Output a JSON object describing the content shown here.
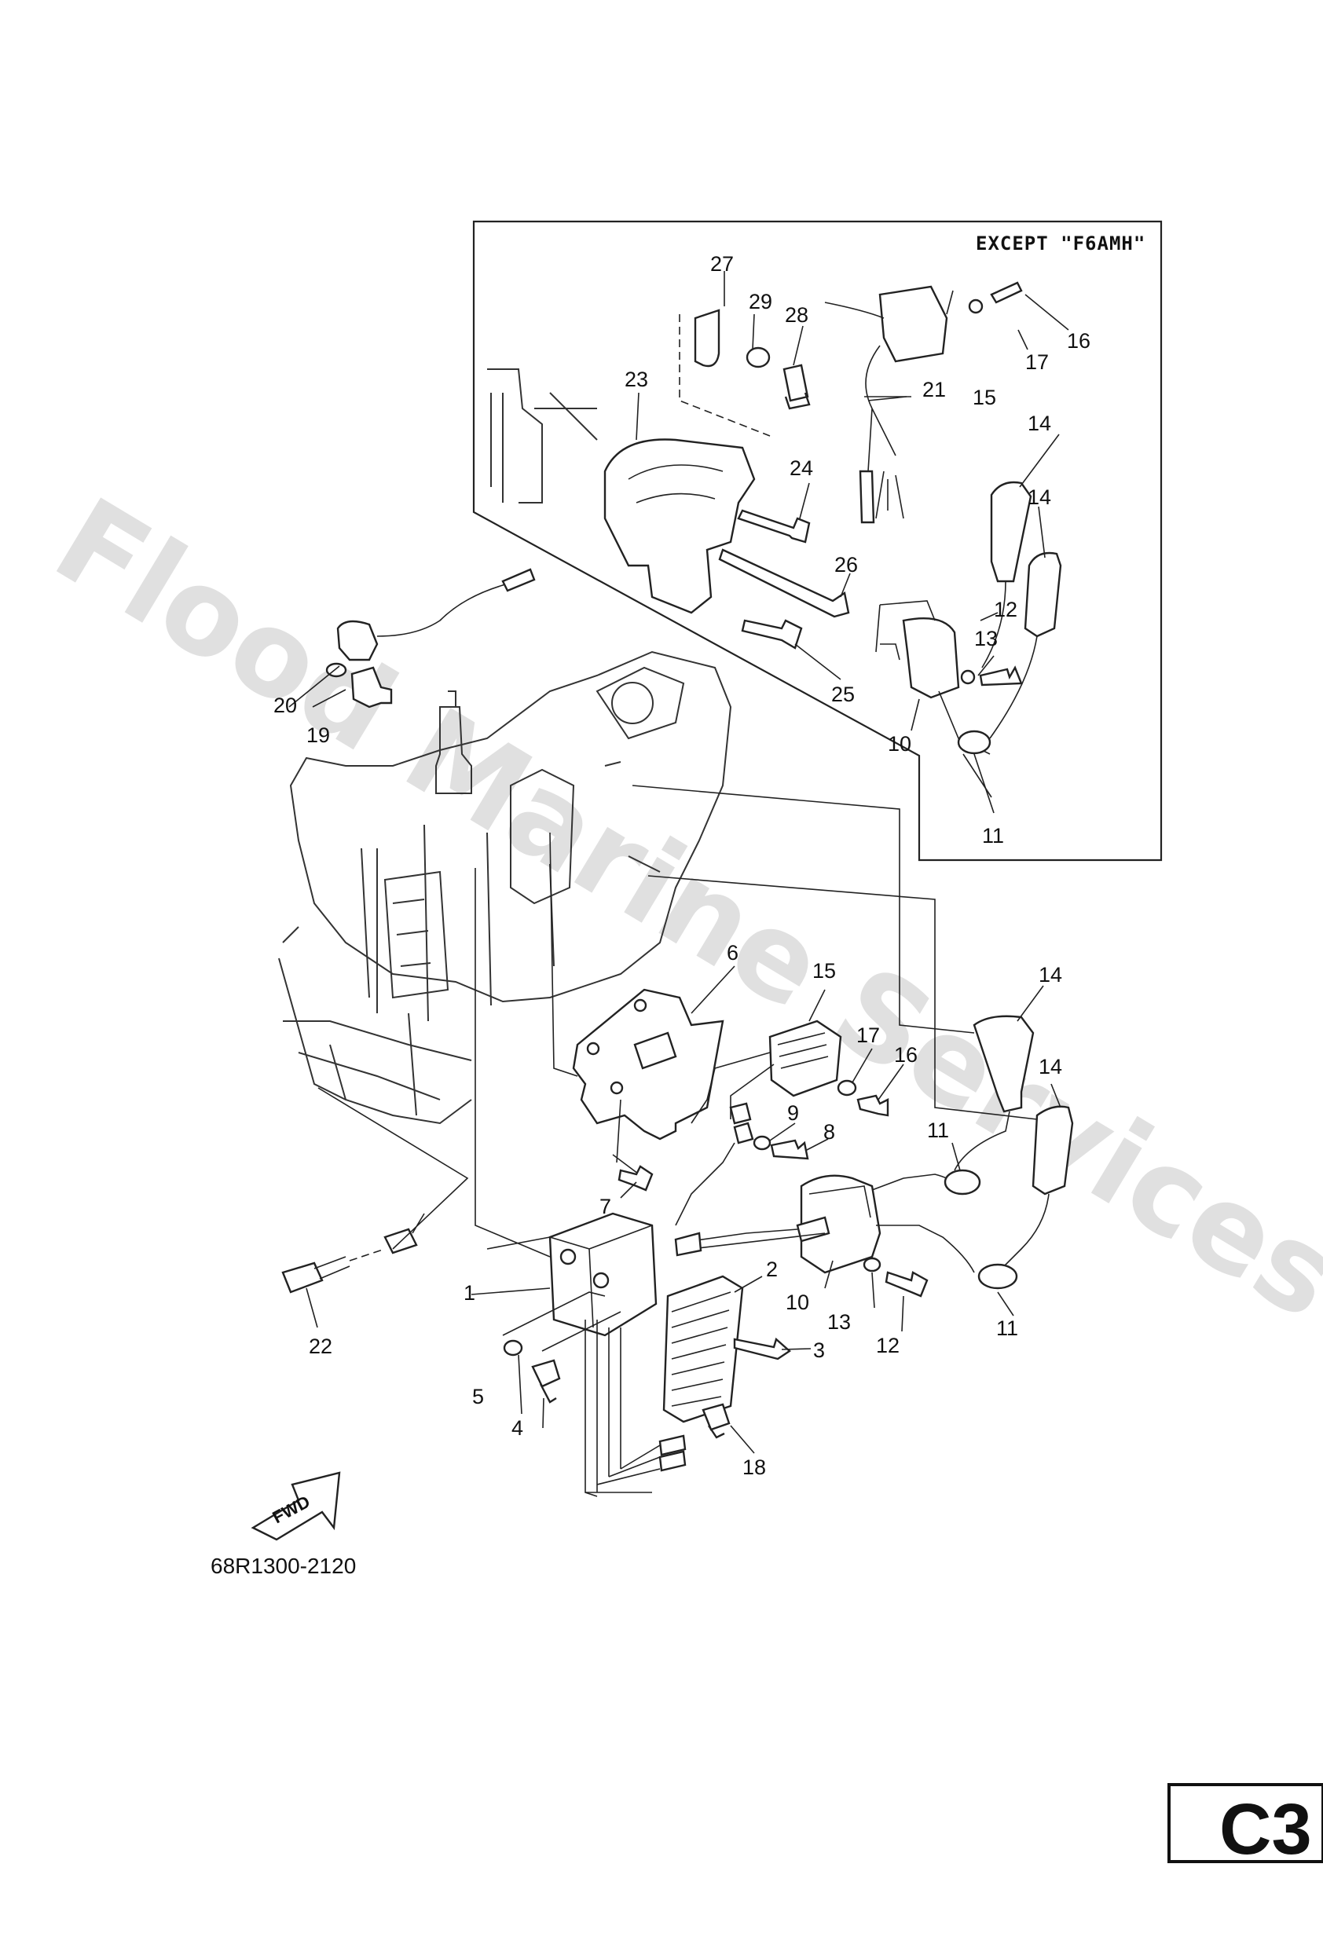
{
  "inset": {
    "title": "EXCEPT \"F6AMH\""
  },
  "callouts_main": [
    "1",
    "2",
    "3",
    "4",
    "5",
    "6",
    "7",
    "8",
    "9",
    "10",
    "11",
    "11",
    "12",
    "13",
    "14",
    "14",
    "15",
    "16",
    "17",
    "18",
    "19",
    "20",
    "22"
  ],
  "callouts_inset": [
    "10",
    "11",
    "12",
    "13",
    "14",
    "14",
    "15",
    "16",
    "17",
    "21",
    "23",
    "24",
    "25",
    "26",
    "27",
    "28",
    "29"
  ],
  "part_code": "68R1300-2120",
  "fwd_label": "FWD",
  "page_tag": "C3",
  "watermark": "Flood Marine Services"
}
